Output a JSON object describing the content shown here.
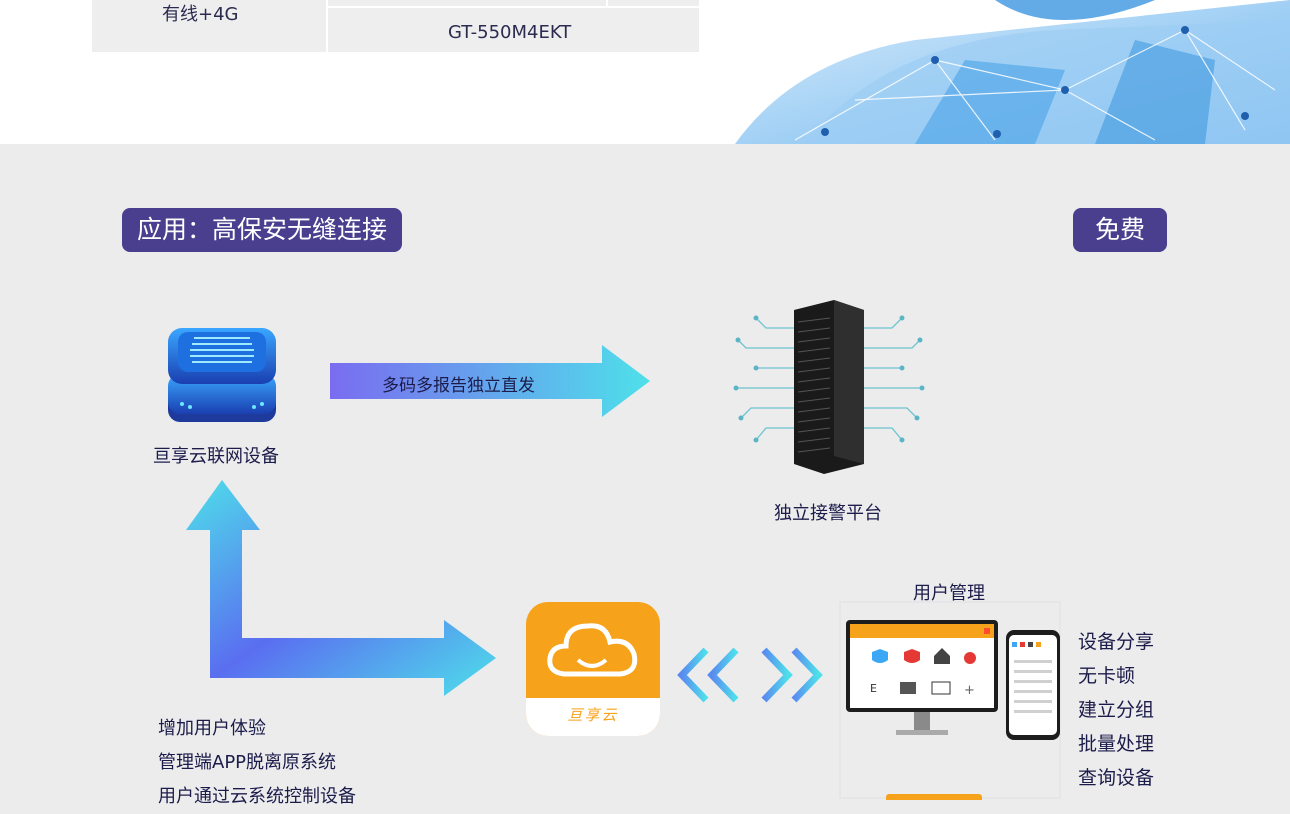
{
  "table": {
    "row_label": "有线+4G",
    "model": "GT-550M4EKT"
  },
  "application_tag": "应用：高保安无缝连接",
  "free_tag": "免费",
  "device_label": "亘享云联网设备",
  "arrow_text": "多码多报告独立直发",
  "platform_label": "独立接警平台",
  "app_logo_text": "亘享云",
  "user_mgmt_label": "用户管理",
  "features_right": [
    "设备分享",
    "无卡顿",
    "建立分组",
    "批量处理",
    "查询设备"
  ],
  "features_left": [
    "增加用户体验",
    "管理端APP脱离原系统",
    "用户通过云系统控制设备"
  ],
  "colors": {
    "tag_bg": "#4a3f8f",
    "app_orange": "#f7a21b",
    "text_dark": "#1c1c4a"
  }
}
